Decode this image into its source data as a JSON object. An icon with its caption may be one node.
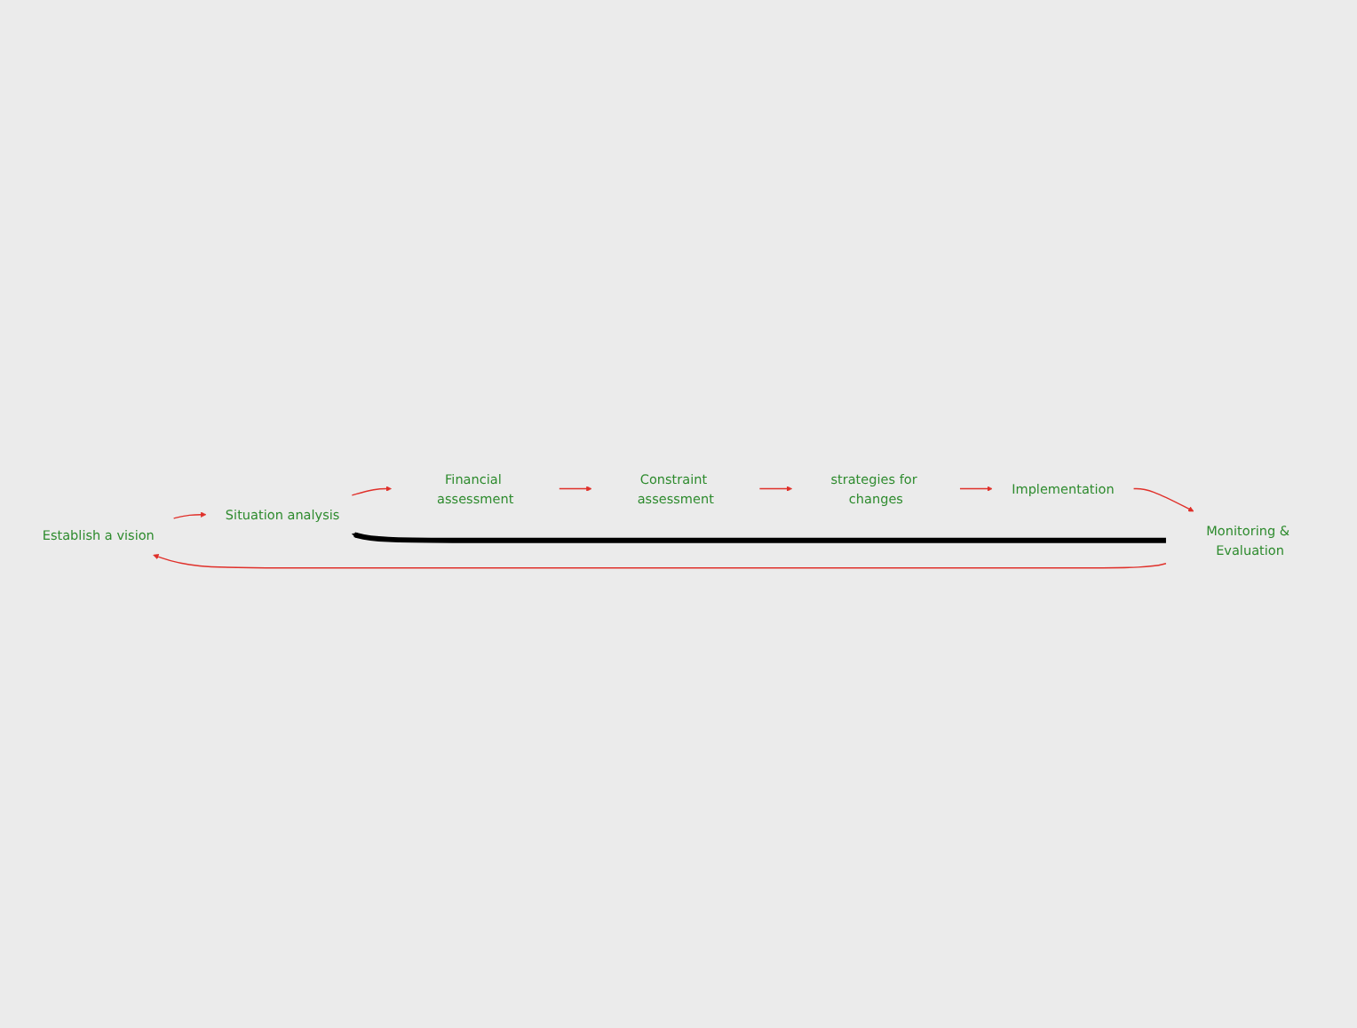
{
  "diagram": {
    "nodes": [
      {
        "text": [
          "Establish a vision"
        ]
      },
      {
        "text": [
          "Situation analysis"
        ]
      },
      {
        "text": [
          "Financial assessment"
        ]
      },
      {
        "text": [
          "Constraint assessment"
        ]
      },
      {
        "text": [
          "strategies for changes"
        ]
      },
      {
        "text": [
          "Implementation"
        ]
      },
      {
        "text": [
          "Monitoring & Evaluation"
        ]
      }
    ],
    "edges": [
      {
        "from": 0,
        "to": 1,
        "arrow": "to"
      },
      {
        "from": 1,
        "to": 2,
        "arrow": "to"
      },
      {
        "from": 2,
        "to": 3,
        "arrow": "to"
      },
      {
        "from": 3,
        "to": 4,
        "arrow": "to"
      },
      {
        "from": 4,
        "to": 5,
        "arrow": "to"
      },
      {
        "from": 5,
        "to": 6,
        "arrow": "to"
      },
      {
        "from": 6,
        "to": 0,
        "arrow": "to"
      },
      {
        "from": 6,
        "to": 1,
        "arrow": "to",
        "style": "thick",
        "color": "#000000"
      }
    ]
  }
}
